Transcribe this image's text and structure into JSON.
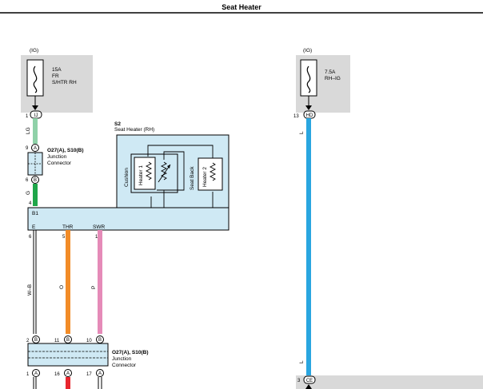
{
  "title": "Seat Heater",
  "fuse_left": {
    "source": "(IG)",
    "rating": "15A",
    "name_line1": "FR",
    "name_line2": "S/HTR RH",
    "pin": "1",
    "connector": "IJ"
  },
  "fuse_right": {
    "source": "(IG)",
    "rating": "7.5A",
    "name_line1": "RH–IG",
    "pin": "13",
    "connector": "HD"
  },
  "junction_top": {
    "name": "O27(A), S10(B)",
    "desc_line1": "Junction",
    "desc_line2": "Connector",
    "pin_top": "9",
    "pin_top_letter": "A",
    "pin_bottom": "6",
    "pin_bottom_letter": "B"
  },
  "wire_colors": {
    "top_left_upper": "LG",
    "top_left_lower": "G",
    "wire_e": "W–B",
    "wire_thr": "O",
    "wire_swr": "P",
    "right_upper": "L",
    "right_lower": "L"
  },
  "seat_heater": {
    "id": "S2",
    "name": "Seat Heater (RH)",
    "cushion": "Cushion",
    "heater1": "Heater 1",
    "seat_back": "Seat Back",
    "heater2": "Heater 2"
  },
  "connector_b1": {
    "name": "B1",
    "pin_e": "6",
    "label_e": "E",
    "pin_thr": "5",
    "label_thr": "THR",
    "pin_swr": "1",
    "label_swr": "SWR",
    "pin_top": "4"
  },
  "junction_bottom": {
    "name": "O27(A), S10(B)",
    "desc_line1": "Junction",
    "desc_line2": "Connector",
    "top_pins": [
      {
        "num": "2",
        "letter": "B"
      },
      {
        "num": "11",
        "letter": "B"
      },
      {
        "num": "10",
        "letter": "B"
      }
    ],
    "bottom_pins": [
      {
        "num": "1",
        "letter": "A"
      },
      {
        "num": "16",
        "letter": "A"
      },
      {
        "num": "17",
        "letter": "A"
      }
    ]
  },
  "bottom_right_connector": {
    "pin": "3",
    "connector": "CE"
  },
  "colors": {
    "lg_wire": "#8fd1a8",
    "g_wire": "#1fa64a",
    "o_wire": "#f28c28",
    "p_wire": "#e58bb8",
    "l_wire": "#2aa6e0",
    "r_wire": "#e8262e",
    "fuse_box": "#d9d9d9",
    "component_fill": "#cfe9f4"
  }
}
